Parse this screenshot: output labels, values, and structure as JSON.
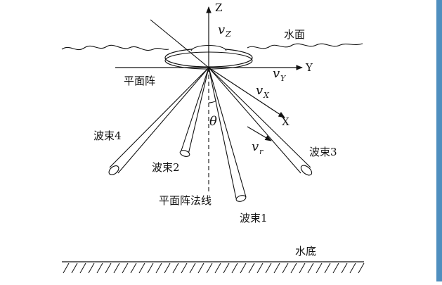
{
  "labels": {
    "axis_z": "Z",
    "axis_y": "Y",
    "axis_x": "X",
    "water_surface": "水面",
    "planar_array": "平面阵",
    "array_normal": "平面阵法线",
    "seabed": "水底",
    "angle": "θ",
    "beam1": "波束1",
    "beam2": "波束2",
    "beam3": "波束3",
    "beam4": "波束4"
  },
  "velocity": {
    "symbol": "v",
    "sub_z": "Z",
    "sub_y": "Y",
    "sub_x": "X",
    "sub_r": "r"
  },
  "colors": {
    "ink": "#111111",
    "edge_bar": "#4f8fbf"
  }
}
